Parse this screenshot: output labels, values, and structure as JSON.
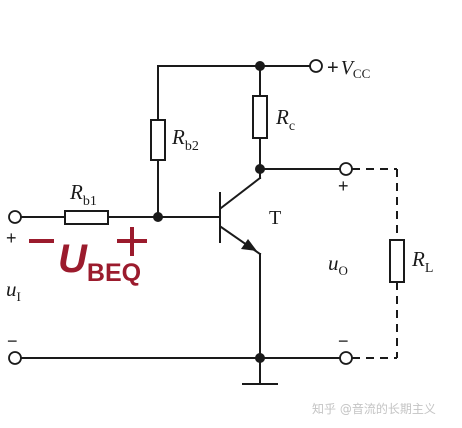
{
  "diagram": {
    "supply": {
      "sign": "+",
      "symbol": "V",
      "subscript": "CC"
    },
    "rb1": {
      "symbol": "R",
      "subscript": "b1"
    },
    "rb2": {
      "symbol": "R",
      "subscript": "b2"
    },
    "rc": {
      "symbol": "R",
      "subscript": "c"
    },
    "rl": {
      "symbol": "R",
      "subscript": "L"
    },
    "transistor": {
      "label": "T"
    },
    "input": {
      "symbol": "u",
      "subscript": "I",
      "plus": "+",
      "minus": "−"
    },
    "output": {
      "symbol": "u",
      "subscript": "O",
      "plus": "+",
      "minus": "−"
    },
    "annotation": {
      "minus": "−",
      "symbol": "U",
      "subscript": "BEQ",
      "plus": "+",
      "color": "#9b1b2d"
    }
  },
  "watermark": {
    "text": "知乎 @音流的长期主义"
  }
}
